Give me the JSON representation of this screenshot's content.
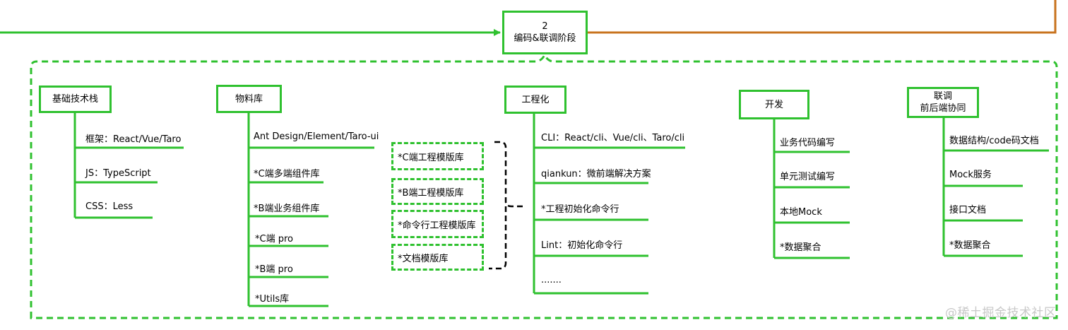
{
  "colors": {
    "node_border": "#2fc12f",
    "tree_line": "#2fc12f",
    "incoming_arrow": "#2fc12f",
    "outgoing_line": "#c8731e",
    "bracket": "#000000",
    "watermark": "#c8c8c8"
  },
  "phase": {
    "number": "2",
    "title": "编码&联调阶段"
  },
  "groups": {
    "stack": {
      "title": "基础技术栈",
      "items": [
        "框架：React/Vue/Taro",
        "JS：TypeScript",
        "CSS：Less"
      ]
    },
    "material": {
      "title": "物料库",
      "items": [
        "Ant Design/Element/Taro-ui",
        "*C端多端组件库",
        "*B端业务组件库",
        "*C端 pro",
        "*B端 pro",
        "*Utils库"
      ]
    },
    "templates": {
      "items": [
        "*C端工程模版库",
        "*B端工程模版库",
        "*命令行工程模版库",
        "*文档模版库"
      ]
    },
    "engineering": {
      "title": "工程化",
      "items": [
        "CLI：React/cli、Vue/cli、Taro/cli",
        "qiankun：微前端解决方案",
        "*工程初始化命令行",
        "Lint：初始化命令行",
        "......."
      ]
    },
    "dev": {
      "title": "开发",
      "items": [
        "业务代码编写",
        "单元测试编写",
        "本地Mock",
        "*数据聚合"
      ]
    },
    "collab": {
      "title_line1": "联调",
      "title_line2": "前后端协同",
      "items": [
        "数据结构/code码文档",
        "Mock服务",
        "接口文档",
        "*数据聚合"
      ]
    }
  },
  "watermark": "@稀土掘金技术社区"
}
